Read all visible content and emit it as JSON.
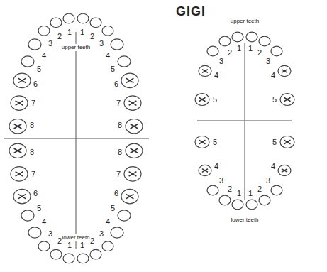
{
  "diagram": {
    "title": "GIGI",
    "labels": [
      "upper teeth",
      "1",
      "2",
      "3",
      "4",
      "5",
      "6",
      "7",
      "8",
      "1",
      "2",
      "3",
      "4",
      "5",
      "6",
      "7",
      "8",
      "lower teeth",
      "1",
      "2",
      "3",
      "4",
      "5",
      "6",
      "7",
      "8",
      "1",
      "2",
      "3",
      "4",
      "5",
      "6",
      "7",
      "8",
      "upper teeth",
      "1",
      "2",
      "3",
      "4",
      "5",
      "1",
      "2",
      "3",
      "4",
      "5",
      "lower teeth",
      "1",
      "2",
      "3",
      "4",
      "5",
      "1",
      "2",
      "3",
      "4",
      "5"
    ]
  }
}
